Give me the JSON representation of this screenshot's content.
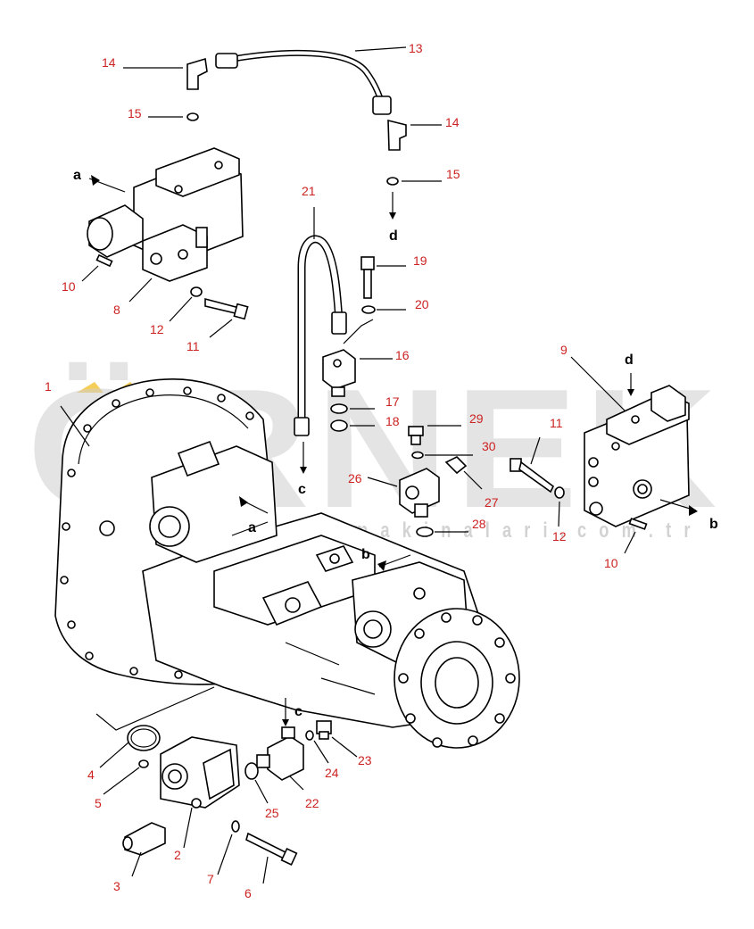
{
  "watermark": {
    "brand": "ÖRNEK",
    "url": "w w w . o r n e k i s m a k i n a l a r i . c o m . t r"
  },
  "callouts": {
    "c1": "1",
    "c2": "2",
    "c3": "3",
    "c4": "4",
    "c5": "5",
    "c6": "6",
    "c7": "7",
    "c8": "8",
    "c9": "9",
    "c10a": "10",
    "c10b": "10",
    "c11a": "11",
    "c11b": "11",
    "c12a": "12",
    "c12b": "12",
    "c13": "13",
    "c14a": "14",
    "c14b": "14",
    "c15a": "15",
    "c15b": "15",
    "c16": "16",
    "c17": "17",
    "c18": "18",
    "c19": "19",
    "c20": "20",
    "c21": "21",
    "c22": "22",
    "c23": "23",
    "c24": "24",
    "c25": "25",
    "c26": "26",
    "c27": "27",
    "c28": "28",
    "c29": "29",
    "c30": "30"
  },
  "port_letters": {
    "a_valve": "a",
    "a_pump": "a",
    "b_pump": "b",
    "b_valve": "b",
    "c_hose": "c",
    "c_lower": "c",
    "d_hose": "d",
    "d_valve": "d"
  },
  "colors": {
    "callout": "#cc2222",
    "watermark": "#cfcfcf",
    "watermark_accent": "#f2c230",
    "line": "#000000"
  }
}
